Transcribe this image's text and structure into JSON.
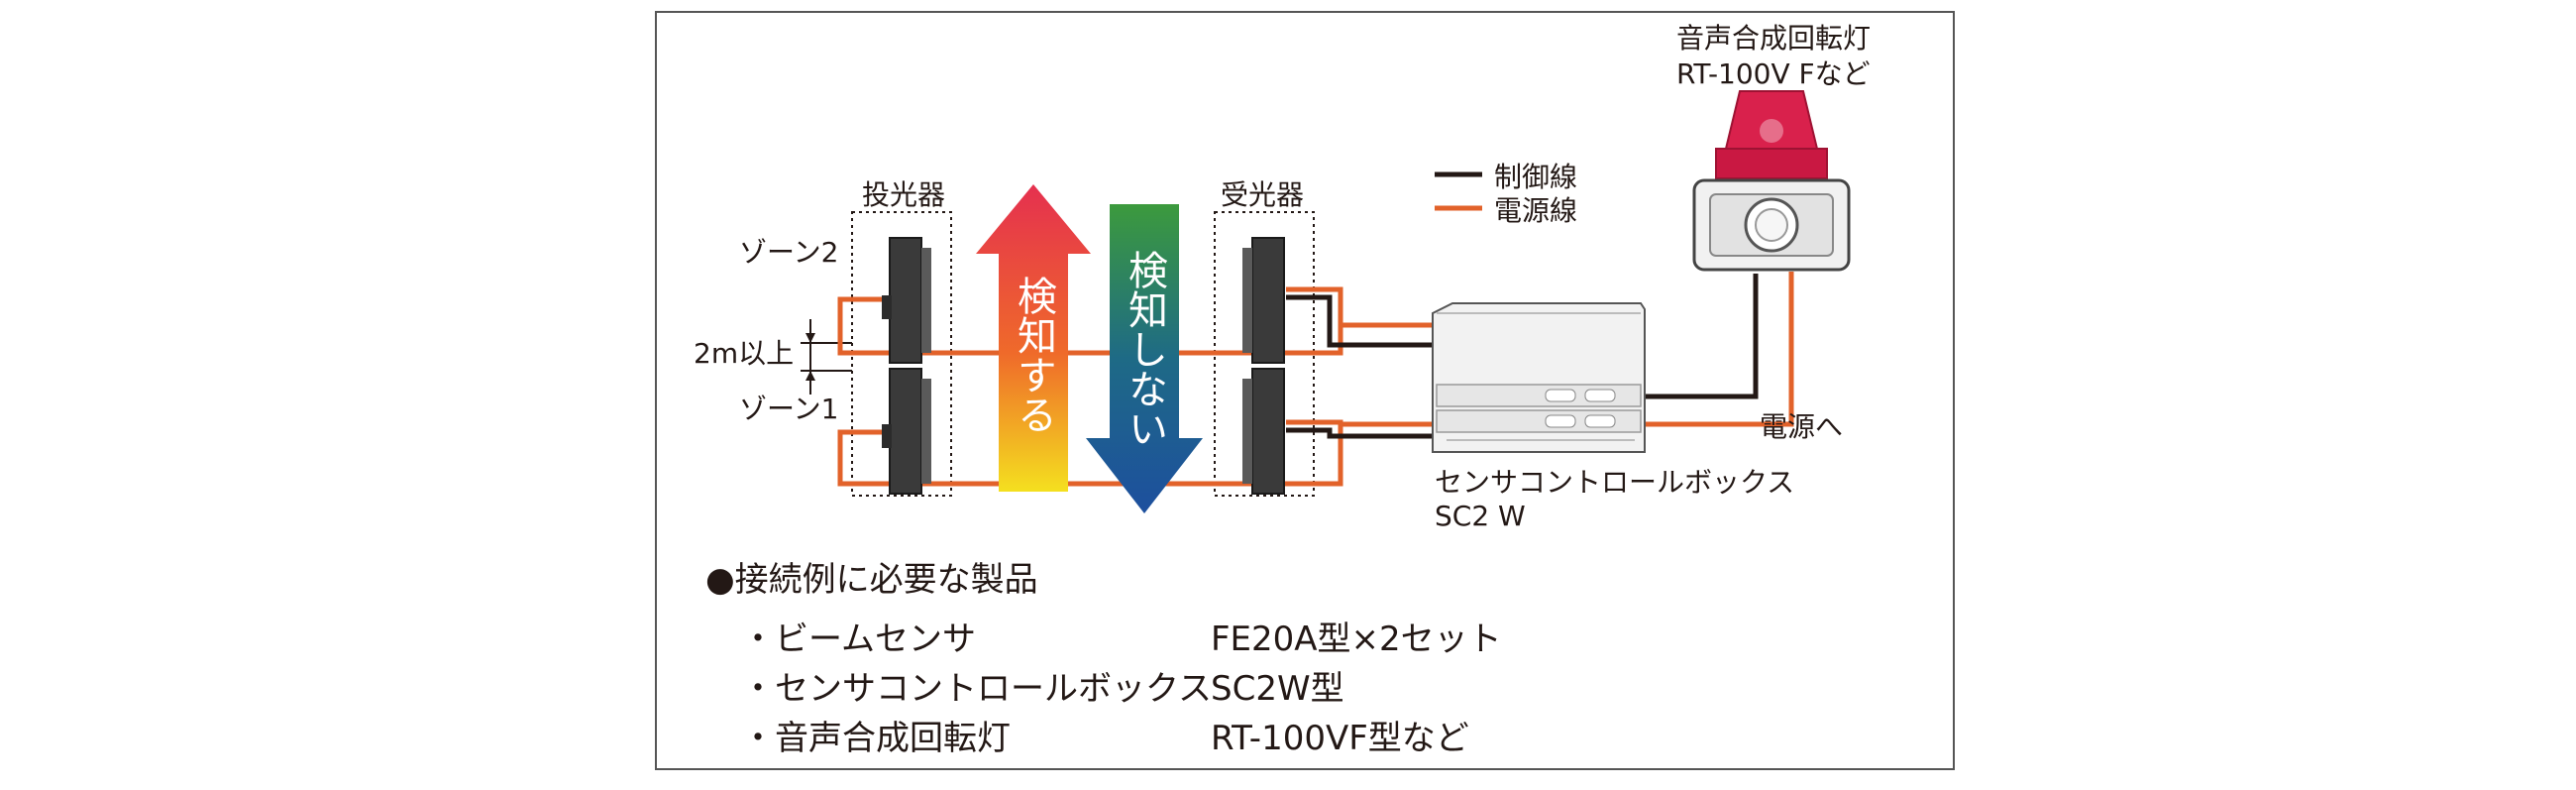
{
  "labels": {
    "transmitter": "投光器",
    "receiver": "受光器",
    "zone2": "ゾーン2",
    "zone1": "ゾーン1",
    "spacing": "2m以上",
    "detect": "検知する",
    "no_detect": "検知しない",
    "legend_control": "制御線",
    "legend_power": "電源線",
    "lamp_name": "音声合成回転灯",
    "lamp_model": "RT-100V  Fなど",
    "controller_name": "センサコントロールボックス",
    "controller_model": "SC2  W",
    "to_power": "電源へ"
  },
  "products": {
    "heading": "●接続例に必要な製品",
    "items": [
      {
        "name": "・ビームセンサ",
        "value": "FE20A型×2セット"
      },
      {
        "name": "・センサコントロールボックス",
        "value": "SC2W型"
      },
      {
        "name": "・音声合成回転灯",
        "value": "RT-100VF型など"
      }
    ]
  },
  "colors": {
    "control_line": "#231815",
    "power_line": "#e2622a",
    "frame": "#555555",
    "lamp_red": "#d9214c",
    "detect_top": "#e5304f",
    "detect_bottom": "#f4e01f",
    "no_detect_top": "#3c9a3d",
    "no_detect_bottom": "#1d4f9e"
  }
}
